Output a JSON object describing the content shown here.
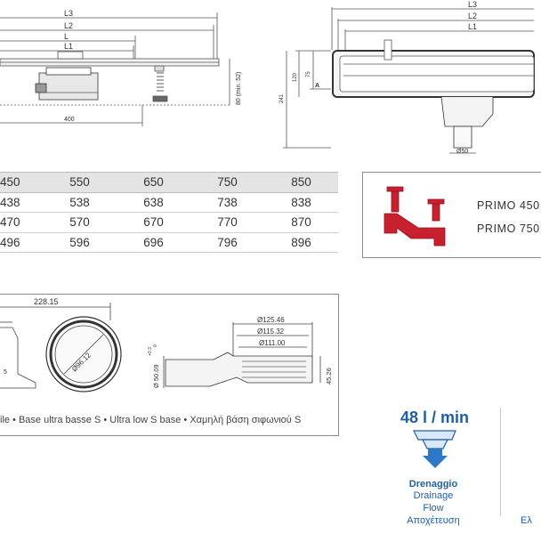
{
  "top_left_drawing": {
    "dims": [
      "L3",
      "L2",
      "L",
      "L1"
    ],
    "height_label": "80 (min. 52)",
    "width_label": "400"
  },
  "top_right_drawing": {
    "dims": [
      "L3",
      "L2",
      "L1"
    ],
    "height_total": "241",
    "height_body": "120",
    "height_a": "75",
    "a_label": "A",
    "pipe_label": "Ø50"
  },
  "dimension_table": {
    "rows": [
      [
        "450",
        "550",
        "650",
        "750",
        "850"
      ],
      [
        "438",
        "538",
        "638",
        "738",
        "838"
      ],
      [
        "470",
        "570",
        "670",
        "770",
        "870"
      ],
      [
        "496",
        "596",
        "696",
        "796",
        "896"
      ]
    ]
  },
  "primo": {
    "line1": "PRIMO 450",
    "line2": "PRIMO 750",
    "color": "#c8202f"
  },
  "base_drawing": {
    "width_label": "228.15",
    "circle_label": "Ø96.12",
    "d1": "Ø125.46",
    "d2": "Ø115.32",
    "d3": "Ø111.00",
    "pipe_label": "Ø 50.09",
    "tolerance": "+0.3",
    "tolerance2": "0",
    "height_label": "45.26",
    "side_label": "5",
    "caption": "ile • Base ultra basse S • Ultra low S base • Χαμηλή βάση σιφωνιού S"
  },
  "flow": {
    "rate": "48 l / min",
    "line1": "Drenaggio",
    "line2": "Drainage",
    "line3": "Flow",
    "line4": "Αποχέτευση",
    "accent": "#1f5fa8",
    "partial": "Ελ"
  }
}
